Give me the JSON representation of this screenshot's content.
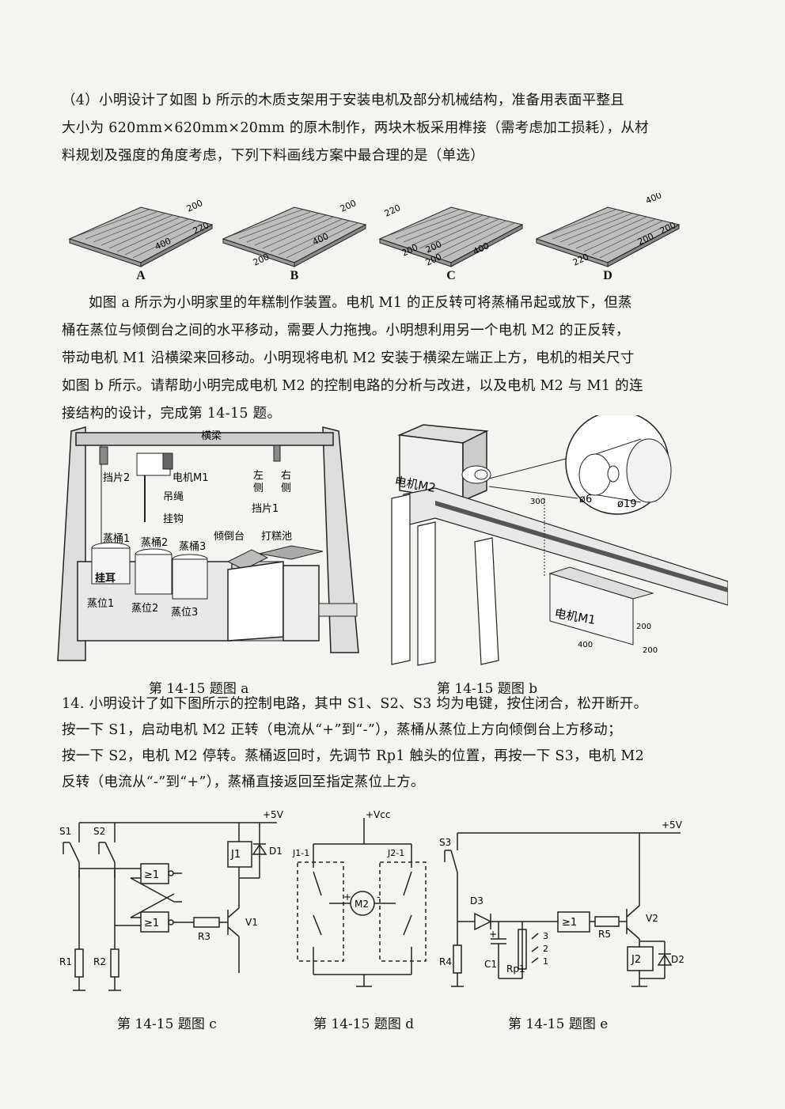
{
  "q4": {
    "lines": [
      "（4）小明设计了如图 b 所示的木质支架用于安装电机及部分机械结构，准备用表面平整且",
      "大小为 620mm×620mm×20mm 的原木制作，两块木板采用榫接（需考虑加工损耗），从材",
      "料规划及强度的角度考虑，下列下料画线方案中最合理的是（单选）"
    ],
    "options": [
      {
        "label": "A",
        "dims": [
          "200",
          "220",
          "400"
        ]
      },
      {
        "label": "B",
        "dims": [
          "200",
          "400",
          "200"
        ]
      },
      {
        "label": "C",
        "dims": [
          "220",
          "200",
          "200",
          "200",
          "400"
        ]
      },
      {
        "label": "D",
        "dims": [
          "400",
          "200",
          "200",
          "220"
        ]
      }
    ]
  },
  "intro": {
    "lines": [
      "如图 a 所示为小明家里的年糕制作装置。电机 M1 的正反转可将蒸桶吊起或放下，但蒸",
      "桶在蒸位与倾倒台之间的水平移动，需要人力拖拽。小明想利用另一个电机 M2 的正反转，",
      "带动电机 M1 沿横梁来回移动。小明现将电机 M2 安装于横梁左端正上方，电机的相关尺寸",
      "如图 b 所示。请帮助小明完成电机 M2 的控制电路的分析与改进，以及电机 M2 与 M1 的连",
      "接结构的设计，完成第 14-15 题。"
    ]
  },
  "fig_a": {
    "caption": "第 14-15 题图 a",
    "labels": {
      "beam": "横梁",
      "stop2": "挡片2",
      "motor_m1": "电机M1",
      "left": "左",
      "left2": "侧",
      "right": "右",
      "right2": "侧",
      "stop1": "挡片1",
      "rope": "吊绳",
      "hook": "挂钩",
      "tub1": "蒸桶1",
      "tub2": "蒸桶2",
      "tub3": "蒸桶3",
      "tilt": "倾倒台",
      "pool": "打糕池",
      "ear": "挂耳",
      "pos1": "蒸位1",
      "pos2": "蒸位2",
      "pos3": "蒸位3"
    }
  },
  "fig_b": {
    "caption": "第 14-15 题图 b",
    "labels": {
      "m2": "电机M2",
      "m1": "电机M1",
      "d6": "ø6",
      "d19": "ø19",
      "h300": "300",
      "h200": "200",
      "w400": "400",
      "w200": "200"
    }
  },
  "q14": {
    "lines": [
      "14. 小明设计了如下图所示的控制电路，其中 S1、S2、S3 均为电键，按住闭合，松开断开。",
      "按一下 S1，启动电机 M2 正转（电流从“+”到“-”），蒸桶从蒸位上方向倾倒台上方移动；",
      "按一下 S2，电机 M2 停转。蒸桶返回时，先调节 Rp1 触头的位置，再按一下 S3，电机 M2",
      "反转（电流从“-”到“+”），蒸桶直接返回至指定蒸位上方。"
    ]
  },
  "fig_c": {
    "caption": "第 14-15 题图 c",
    "labels": {
      "s1": "S1",
      "s2": "S2",
      "vcc": "+5V",
      "j1": "J1",
      "d1": "D1",
      "gate": "≥1",
      "gate2": "≥1",
      "r3": "R3",
      "v1": "V1",
      "r1": "R1",
      "r2": "R2"
    }
  },
  "fig_d": {
    "caption": "第 14-15 题图 d",
    "labels": {
      "vcc": "+Vcc",
      "j11": "J1-1",
      "j21": "J2-1",
      "m2": "M2",
      "plus": "+",
      "minus": "-"
    }
  },
  "fig_e": {
    "caption": "第 14-15 题图 e",
    "labels": {
      "s3": "S3",
      "vcc": "+5V",
      "d3": "D3",
      "gate": "≥1",
      "r5": "R5",
      "v2": "V2",
      "c1": "C1",
      "rp1": "Rp1",
      "t3": "3",
      "t2": "2",
      "t1": "1",
      "r4": "R4",
      "j2": "J2",
      "d2": "D2",
      "cplus": "+"
    }
  }
}
